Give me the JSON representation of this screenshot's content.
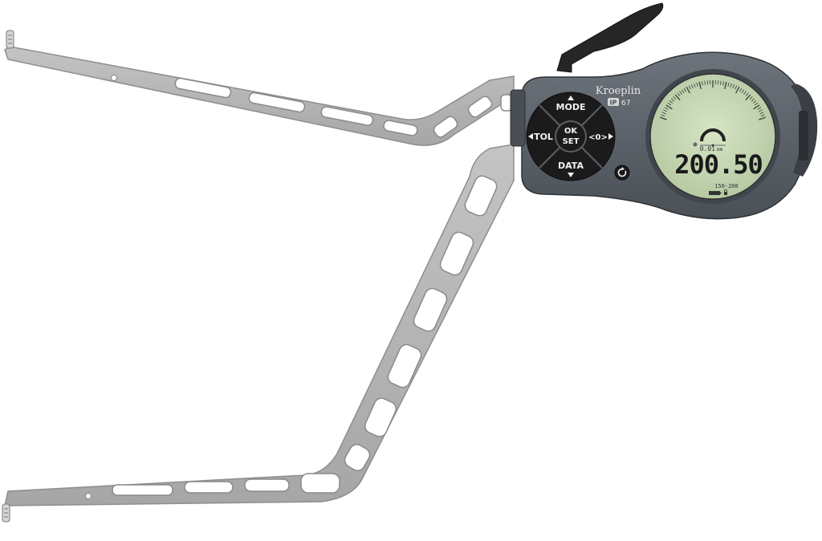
{
  "device": {
    "brand": "Kroeplin",
    "ip_badge": "IP",
    "ip_rating": "67",
    "display": {
      "value": "200.50",
      "resolution": "0.01",
      "unit": "mm",
      "range": "150-200"
    },
    "keypad": {
      "center_top": "OK",
      "center_bottom": "SET",
      "up": "MODE",
      "down": "DATA",
      "left": "TOL",
      "right": "<0>"
    }
  },
  "colors": {
    "arm": "#b0b0b0",
    "arm_edge": "#8e8e8e",
    "body": "#5a6068",
    "body_dark": "#3a3f45",
    "lcd": "#c5d7b4",
    "keypad": "#1b1b1b"
  }
}
